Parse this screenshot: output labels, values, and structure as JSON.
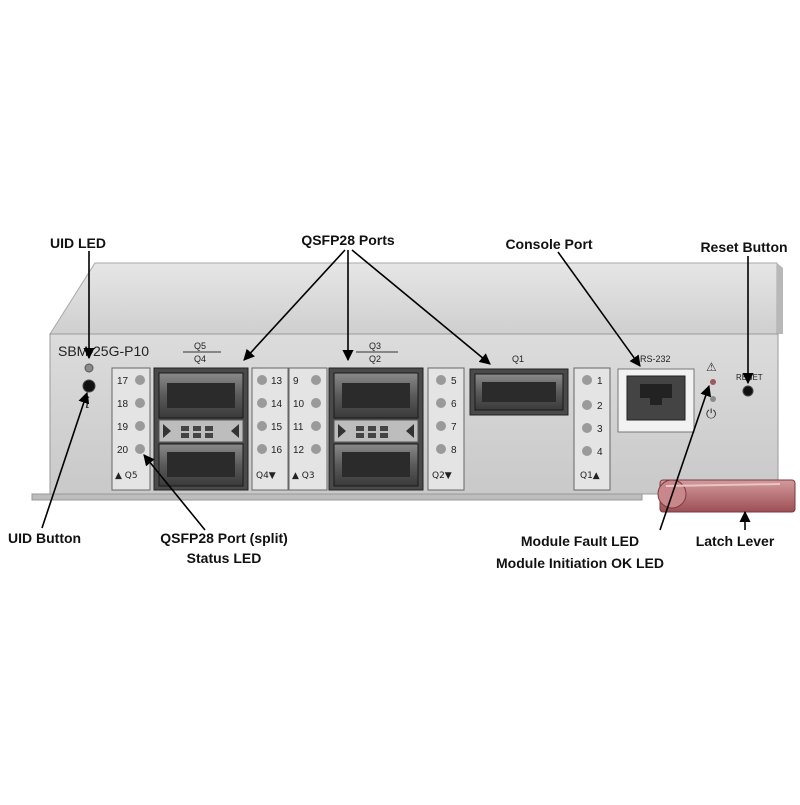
{
  "device": {
    "model": "SBM-25G-P10",
    "labels": {
      "q5": "Q5",
      "q4": "Q4",
      "q3": "Q3",
      "q2": "Q2",
      "q1": "Q1",
      "rs232": "RS-232",
      "reset": "RESET"
    },
    "led_groups": {
      "g1": {
        "numbers": [
          "17",
          "18",
          "19",
          "20"
        ],
        "footer": "▲ Q5"
      },
      "g2": {
        "numbers": [
          "13",
          "14",
          "15",
          "16"
        ],
        "footer": "Q4▼"
      },
      "g3": {
        "numbers": [
          "9",
          "10",
          "11",
          "12"
        ],
        "footer": "▲ Q3"
      },
      "g4": {
        "numbers": [
          "5",
          "6",
          "7",
          "8"
        ],
        "footer": "Q2▼"
      },
      "g5": {
        "numbers": [
          "1",
          "2",
          "3",
          "4"
        ],
        "footer": "Q1▲"
      }
    },
    "colors": {
      "panel": "#d8d8d8",
      "latch": "#b86a6e",
      "led": "#9a9a9a"
    }
  },
  "callouts": {
    "uid_led": "UID LED",
    "qsfp28_ports": "QSFP28 Ports",
    "console_port": "Console Port",
    "reset_button": "Reset Button",
    "uid_button": "UID Button",
    "split_led_line1": "QSFP28 Port (split)",
    "split_led_line2": "Status LED",
    "fault_led": "Module Fault LED",
    "init_led": "Module Initiation OK LED",
    "latch_lever": "Latch Lever"
  }
}
